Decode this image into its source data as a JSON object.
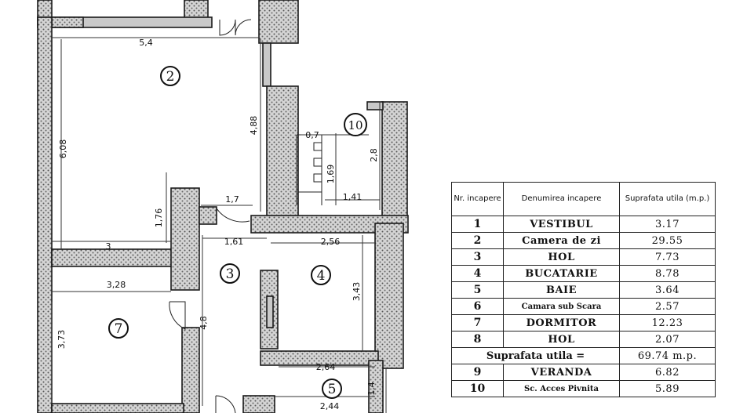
{
  "plan": {
    "rooms": [
      {
        "number": "2"
      },
      {
        "number": "3"
      },
      {
        "number": "4"
      },
      {
        "number": "5"
      },
      {
        "number": "7"
      },
      {
        "number": "10"
      }
    ],
    "dimensions": {
      "d_5_4": "5,4",
      "d_6_08": "6,08",
      "d_4_88": "4,88",
      "d_0_7": "0,7",
      "d_2_8": "2,8",
      "d_1_69": "1,69",
      "d_1_41": "1,41",
      "d_1_7": "1,7",
      "d_1_76": "1,76",
      "d_3": "3",
      "d_1_61": "1,61",
      "d_2_56": "2,56",
      "d_3_43": "3,43",
      "d_3_28": "3,28",
      "d_4_8": "4,8",
      "d_3_73": "3,73",
      "d_2_64": "2,64",
      "d_1_4": "1,4",
      "d_2_44": "2,44"
    }
  },
  "table": {
    "headers": [
      "Nr. incapere",
      "Denumirea incapere",
      "Suprafata utila (m.p.)"
    ],
    "rows": [
      {
        "nr": "1",
        "name": "VESTIBUL",
        "area": "3.17"
      },
      {
        "nr": "2",
        "name": "Camera de zi",
        "area": "29.55"
      },
      {
        "nr": "3",
        "name": "HOL",
        "area": "7.73"
      },
      {
        "nr": "4",
        "name": "BUCATARIE",
        "area": "8.78"
      },
      {
        "nr": "5",
        "name": "BAIE",
        "area": "3.64"
      },
      {
        "nr": "6",
        "name": "Camara sub Scara",
        "area": "2.57"
      },
      {
        "nr": "7",
        "name": "DORMITOR",
        "area": "12.23"
      },
      {
        "nr": "8",
        "name": "HOL",
        "area": "2.07"
      }
    ],
    "total": {
      "label": "Suprafata utila =",
      "value": "69.74 m.p."
    },
    "extra_rows": [
      {
        "nr": "9",
        "name": "VERANDA",
        "area": "6.82"
      },
      {
        "nr": "10",
        "name": "Sc. Acces Pivnita",
        "area": "5.89"
      }
    ]
  }
}
